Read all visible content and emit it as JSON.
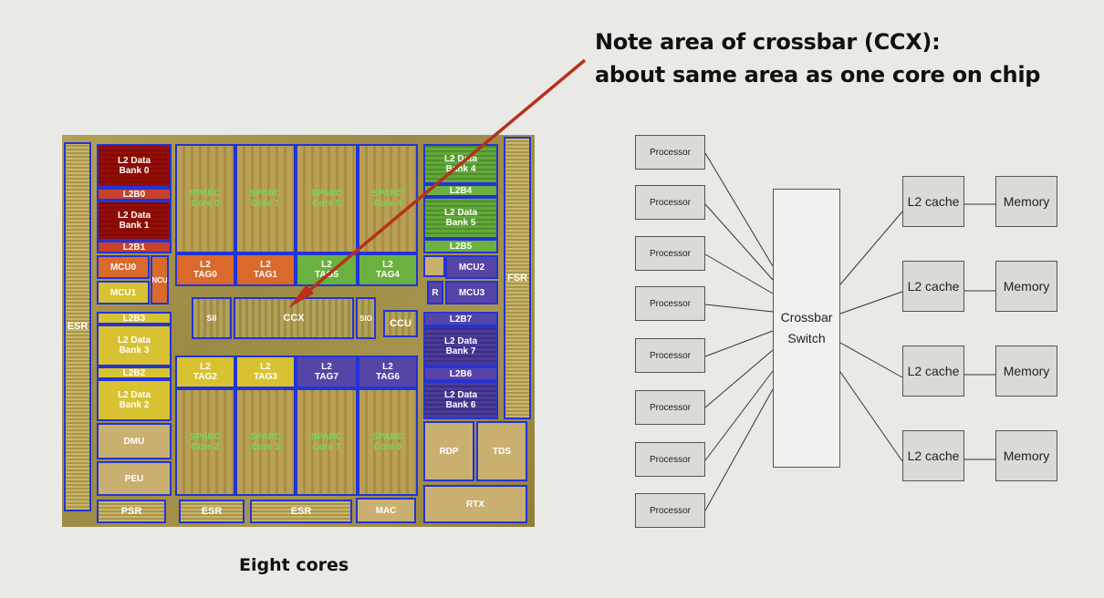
{
  "note": {
    "line1": "Note area of crossbar (CCX):",
    "line2": "about same area as one core on chip"
  },
  "caption": "Eight cores",
  "arrow_color": "#b8301c",
  "die_labels": {
    "esr_left": "ESR",
    "esr_right": "FSR",
    "l2_data_bank_0": "L2 Data\nBank 0",
    "l2b0": "L2B0",
    "l2_data_bank_1": "L2 Data\nBank 1",
    "l2b1": "L2B1",
    "mcu0": "MCU0",
    "mcu1": "MCU1",
    "ncu": "NCU",
    "sparc_core_0": "SPARC\nCore 0",
    "sparc_core_1": "SPARC\nCore 1",
    "sparc_core_5": "SPARC\nCore 5",
    "sparc_core_4": "SPARC\nCore 4",
    "l2_tag0": "L2\nTAG0",
    "l2_tag1": "L2\nTAG1",
    "l2_tag5": "L2\nTAG5",
    "l2_tag4": "L2\nTAG4",
    "l2_data_bank_4": "L2 Data\nBank 4",
    "l2b4": "L2B4",
    "l2_data_bank_5": "L2 Data\nBank 5",
    "l2b5": "L2B5",
    "mcu2": "MCU2",
    "mcu3": "MCU3",
    "r": "R",
    "sii": "SII",
    "ccx": "CCX",
    "sio": "SIO",
    "ccu": "CCU",
    "l2b3": "L2B3",
    "l2_data_bank_3": "L2 Data\nBank 3",
    "l2b2": "L2B2",
    "l2_data_bank_2": "L2 Data\nBank 2",
    "l2b7": "L2B7",
    "l2_data_bank_7": "L2 Data\nBank 7",
    "l2b6": "L2B6",
    "l2_data_bank_6": "L2 Data\nBank 6",
    "l2_tag2": "L2\nTAG2",
    "l2_tag3": "L2\nTAG3",
    "l2_tag7": "L2\nTAG7",
    "l2_tag6": "L2\nTAG6",
    "sparc_core_2": "SPARC\nCore 2",
    "sparc_core_3": "SPARC\nCore 3",
    "sparc_core_7": "SPARC\nCore 7",
    "sparc_core_6": "SPARC\nCore 6",
    "dmu": "DMU",
    "peu": "PEU",
    "rdp": "RDP",
    "tds": "TDS",
    "rtx": "RTX",
    "psr": "PSR",
    "esr_bottom_1": "ESR",
    "esr_bottom_2": "ESR",
    "mac": "MAC"
  },
  "diagram": {
    "processor_label": "Processor",
    "processors": [
      "Processor",
      "Processor",
      "Processor",
      "Processor",
      "Processor",
      "Processor",
      "Processor",
      "Processor"
    ],
    "crossbar_line1": "Crossbar",
    "crossbar_line2": "Switch",
    "l2_caches": [
      "L2 cache",
      "L2 cache",
      "L2 cache",
      "L2 cache"
    ],
    "memories": [
      "Memory",
      "Memory",
      "Memory",
      "Memory"
    ]
  }
}
